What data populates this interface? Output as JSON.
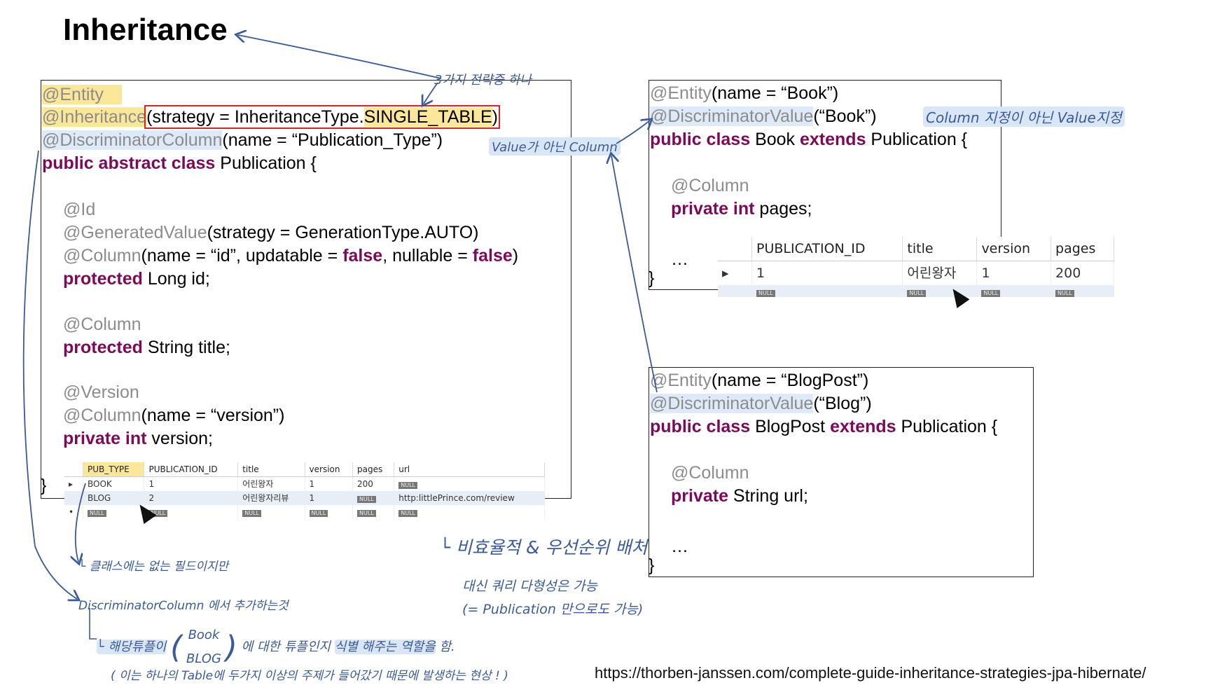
{
  "slide": {
    "title": "Inheritance",
    "source_url": "https://thorben-janssen.com/complete-guide-inheritance-strategies-jpa-hibernate/"
  },
  "publication_code": {
    "l1": "@Entity",
    "l2_ann": "@Inheritance",
    "l2_rest_a": "(strategy = InheritanceType.",
    "l2_strategy": "SINGLE_TABLE",
    "l2_rest_b": ")",
    "l3_ann": "@DiscriminatorColumn",
    "l3_rest": "(name = “Publication_Type”)",
    "l4_kw": "public abstract class",
    "l4_rest": " Publication {",
    "l5": "@Id",
    "l6_ann": "@GeneratedValue",
    "l6_rest": "(strategy = GenerationType.AUTO)",
    "l7_ann": "@Column",
    "l7_a": "(name = “id”, updatable = ",
    "l7_false1": "false",
    "l7_b": ", nullable = ",
    "l7_false2": "false",
    "l7_c": ")",
    "l8_kw": "protected",
    "l8_rest": " Long id;",
    "l9": "@Column",
    "l10_kw": "protected",
    "l10_rest": " String title;",
    "l11": "@Version",
    "l12_ann": "@Column",
    "l12_rest": "(name = “version”)",
    "l13_kw": "private int",
    "l13_rest": " version;",
    "close": "}"
  },
  "book_code": {
    "l1_ann": "@Entity",
    "l1_rest": "(name = “Book”)",
    "l2_ann": "@DiscriminatorValue",
    "l2_rest": "(“Book”)",
    "l3_kw1": "public class",
    "l3_mid": " Book ",
    "l3_kw2": "extends",
    "l3_rest": " Publication {",
    "l4": "@Column",
    "l5_kw": "private int",
    "l5_rest": " pages;",
    "l6": "…",
    "close": "}"
  },
  "blog_code": {
    "l1_ann": "@Entity",
    "l1_rest": "(name = “BlogPost”)",
    "l2_ann": "@DiscriminatorValue",
    "l2_rest": "(“Blog”)",
    "l3_kw1": "public class",
    "l3_mid": " BlogPost ",
    "l3_kw2": "extends",
    "l3_rest": " Publication {",
    "l4": "@Column",
    "l5_kw": "private",
    "l5_rest": " String url;",
    "l6": "…",
    "close": "}"
  },
  "single_table": {
    "headers": [
      "PUB_TYPE",
      "PUBLICATION_ID",
      "title",
      "version",
      "pages",
      "url"
    ],
    "rows": [
      [
        "BOOK",
        "1",
        "어린왕자",
        "1",
        "200",
        "NULL"
      ],
      [
        "BLOG",
        "2",
        "어린왕자리뷰",
        "1",
        "NULL",
        "http:littlePrince.com/review"
      ],
      [
        "NULL",
        "NULL",
        "NULL",
        "NULL",
        "NULL",
        "NULL"
      ]
    ]
  },
  "book_table": {
    "headers": [
      "PUBLICATION_ID",
      "title",
      "version",
      "pages"
    ],
    "rows": [
      [
        "1",
        "어린왕자",
        "1",
        "200"
      ],
      [
        "NULL",
        "NULL",
        "NULL",
        "NULL"
      ]
    ]
  },
  "notes": {
    "n1": "3가지 전략중 하나",
    "n2": "Value가 아닌 Column",
    "n3": "Column 지정이 아닌 Value지정",
    "n4": "└ 비효율적 & 우선순위 배처",
    "n5": "대신 쿼리 다형성은 가능",
    "n6": "(= Publication 만으로도 가능)",
    "n7": "└ 클래스에는 없는 필드이지만",
    "n8": "DiscriminatorColumn 에서 추가하는것",
    "n9a": "└ 해당튜플이",
    "n9_book": "Book",
    "n9_blog": "BLOG",
    "n9b": "에 대한 튜플인지",
    "n9c": "식별 해주는 역할을",
    "n9d": "함.",
    "n10": "( 이는 하나의 Table에 두가지 이상의 주제가 들어갔기 때문에 발생하는 현상 ! )"
  },
  "colors": {
    "keyword": "#7b0a5a",
    "annotation": "#8c8c8c",
    "highlight_yellow": "#fbe79a",
    "highlight_blue": "#dfeaf8",
    "handwriting": "#3a5a98",
    "red_box": "#dd2222"
  }
}
